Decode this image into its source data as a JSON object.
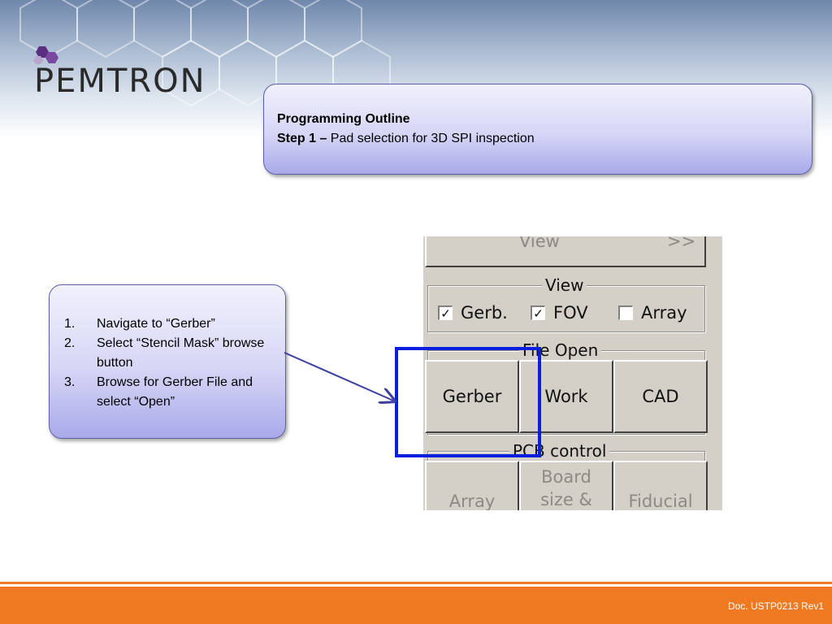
{
  "logo": {
    "text": "PEMTRON"
  },
  "title_box": {
    "heading": "Programming Outline",
    "step_label": "Step 1 –",
    "step_text": " Pad selection for 3D SPI inspection"
  },
  "instructions": [
    {
      "num": "1.",
      "text": "Navigate to “Gerber”"
    },
    {
      "num": "2.",
      "text": "Select “Stencil Mask” browse button"
    },
    {
      "num": "3.",
      "text": "Browse for Gerber File and select “Open”"
    }
  ],
  "screenshot": {
    "top_button": {
      "label": "View",
      "arrows": ">>"
    },
    "view_group": {
      "legend": "View",
      "checkboxes": [
        {
          "label": "Gerb.",
          "checked": true
        },
        {
          "label": "FOV",
          "checked": true
        },
        {
          "label": "Array",
          "checked": false
        }
      ]
    },
    "file_open_group": {
      "legend": "File Open",
      "buttons": [
        "Gerber",
        "Work",
        "CAD"
      ]
    },
    "pcb_control_group": {
      "legend": "PCB control",
      "buttons": [
        "Array",
        "Board size &",
        "Fiducial"
      ]
    }
  },
  "footer": {
    "doc_number": "Doc. USTP0213 Rev1"
  },
  "colors": {
    "highlight": "#0a1ee0",
    "footer": "#f07a22",
    "callout_border": "#5b5fa6"
  }
}
